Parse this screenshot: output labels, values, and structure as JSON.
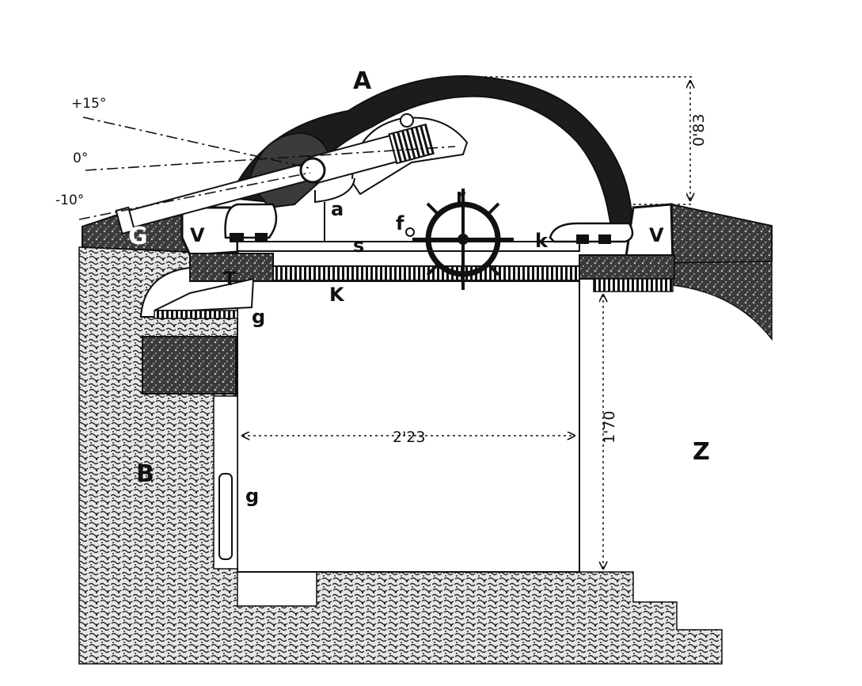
{
  "angles": {
    "elevation_max": "+15°",
    "horizontal": "0°",
    "depression_max": "-10°"
  },
  "dimensions": {
    "cupola_height": "0'83",
    "chamber_width": "2'23",
    "chamber_height": "1'70"
  },
  "labels": {
    "A": "A",
    "G": "G",
    "V_left": "V",
    "V_right": "V",
    "a": "a",
    "f": "f",
    "r": "r",
    "s": "s",
    "k": "k",
    "K": "K",
    "T": "T",
    "g_upper": "g",
    "g_lower": "g",
    "B": "B",
    "Z": "Z"
  },
  "colors": {
    "ink": "#111111",
    "armor": "#1a1a1a",
    "earth": "#cfcfcf",
    "paper": "#ffffff"
  }
}
